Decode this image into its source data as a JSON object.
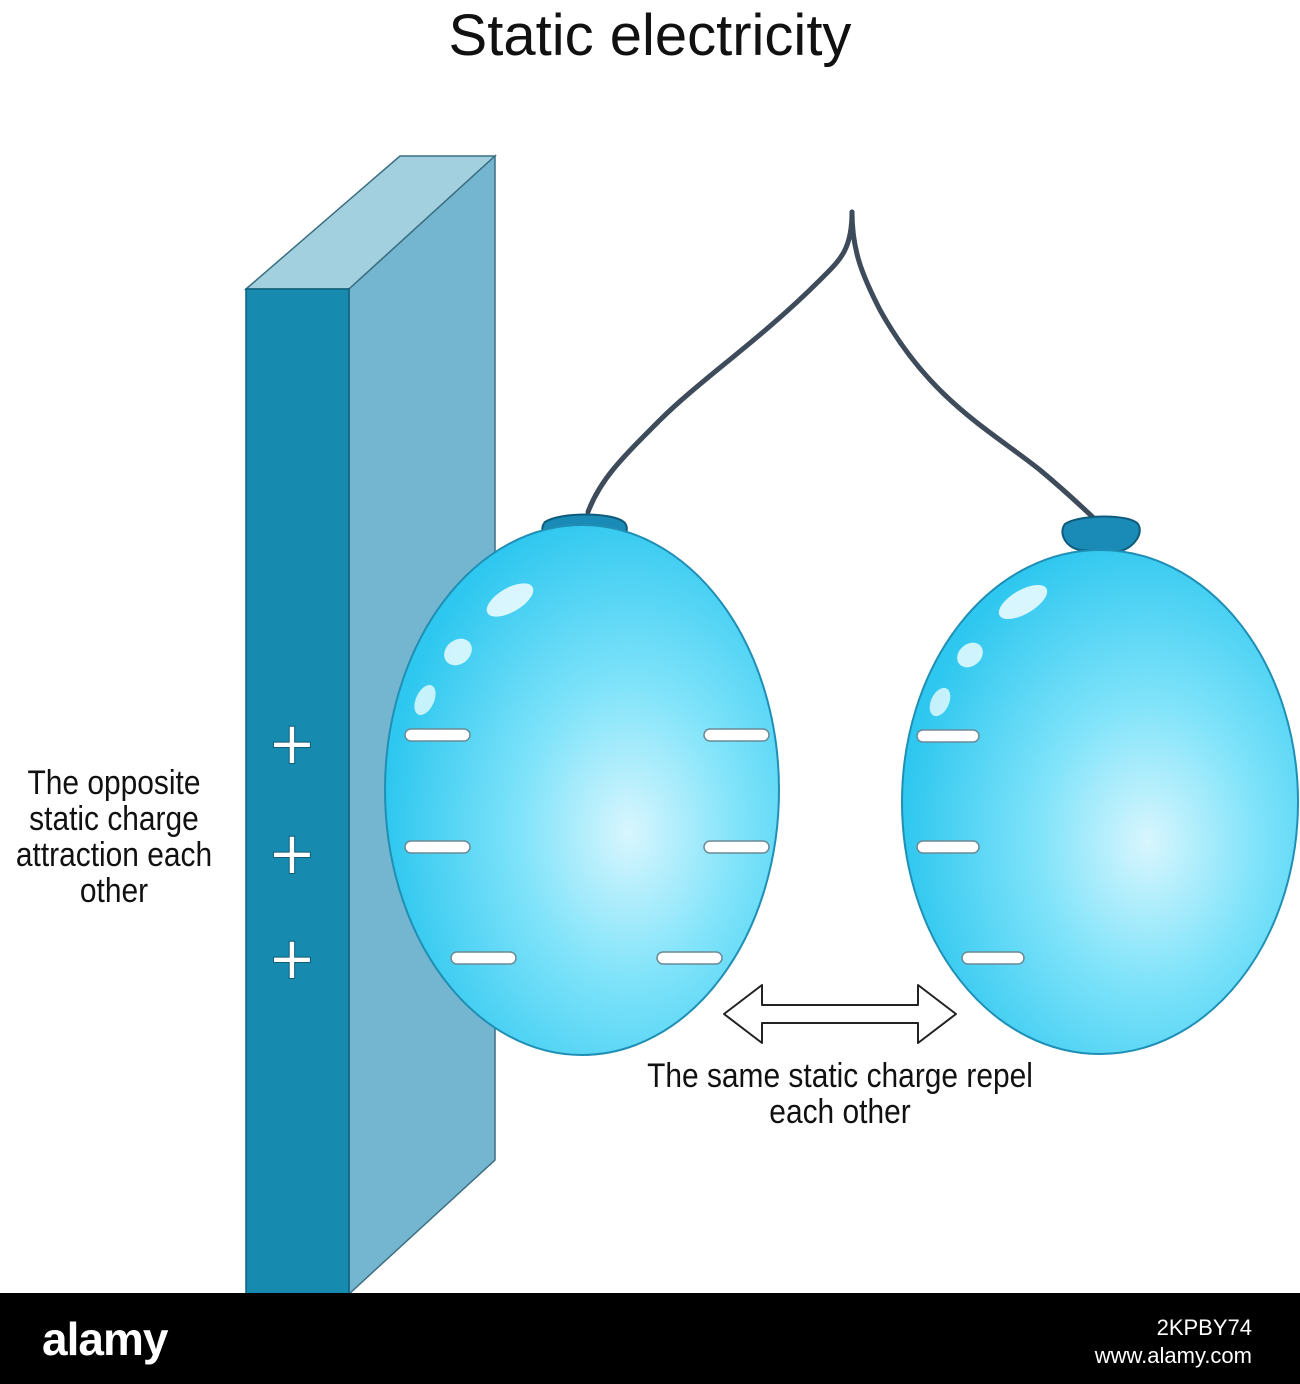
{
  "title": "Static electricity",
  "labels": {
    "opposite": "The opposite static charge attraction each other",
    "same": "The same static charge repel each other"
  },
  "symbols": {
    "plus": "+",
    "minus": "−"
  },
  "colors": {
    "wall_front": "#178ab0",
    "wall_side": "#74b6cf",
    "wall_top": "#a3d0de",
    "balloon": "#45d3f5",
    "balloon_light": "#cdf3fd",
    "knot": "#1a8ab6",
    "string": "#4a5a6a",
    "footer": "#000000"
  },
  "watermark": {
    "brand": "alamy",
    "image_id": "2KPBY74",
    "url": "www.alamy.com"
  }
}
